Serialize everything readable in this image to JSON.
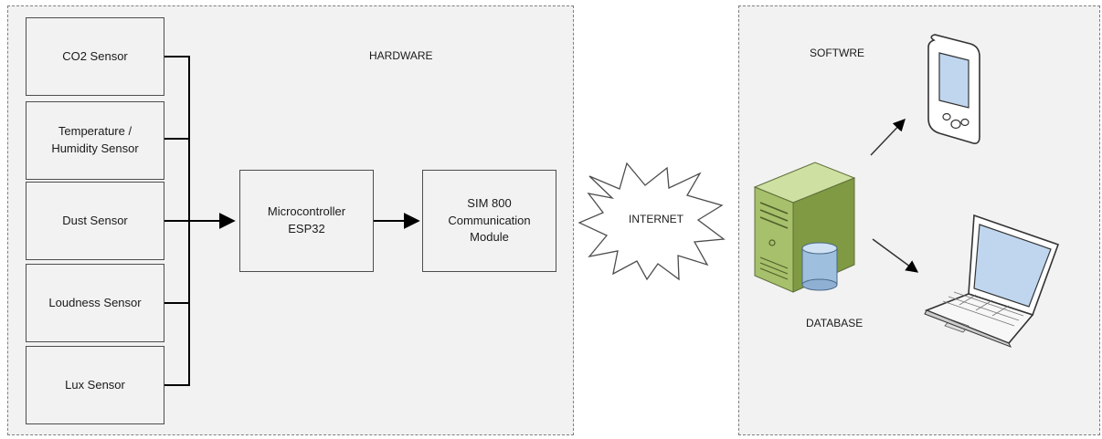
{
  "hardware": {
    "label": "HARDWARE",
    "sensors": [
      {
        "label": "CO2 Sensor"
      },
      {
        "label": "Temperature /\nHumidity Sensor"
      },
      {
        "label": "Dust Sensor"
      },
      {
        "label": "Loudness Sensor"
      },
      {
        "label": "Lux Sensor"
      }
    ],
    "microcontroller": "Microcontroller\nESP32",
    "comm_module": "SIM 800\nCommunication\nModule"
  },
  "network": {
    "label": "INTERNET"
  },
  "software": {
    "label": "SOFTWRE",
    "database_label": "DATABASE",
    "devices": [
      "mobile-phone-icon",
      "laptop-icon",
      "server-database-icon"
    ]
  },
  "colors": {
    "panel_bg": "#f2f2f2",
    "panel_border": "#7f7f7f",
    "box_border": "#4d4d4d",
    "server_green": "#a7c06b",
    "database_blue": "#9fbfdf"
  }
}
